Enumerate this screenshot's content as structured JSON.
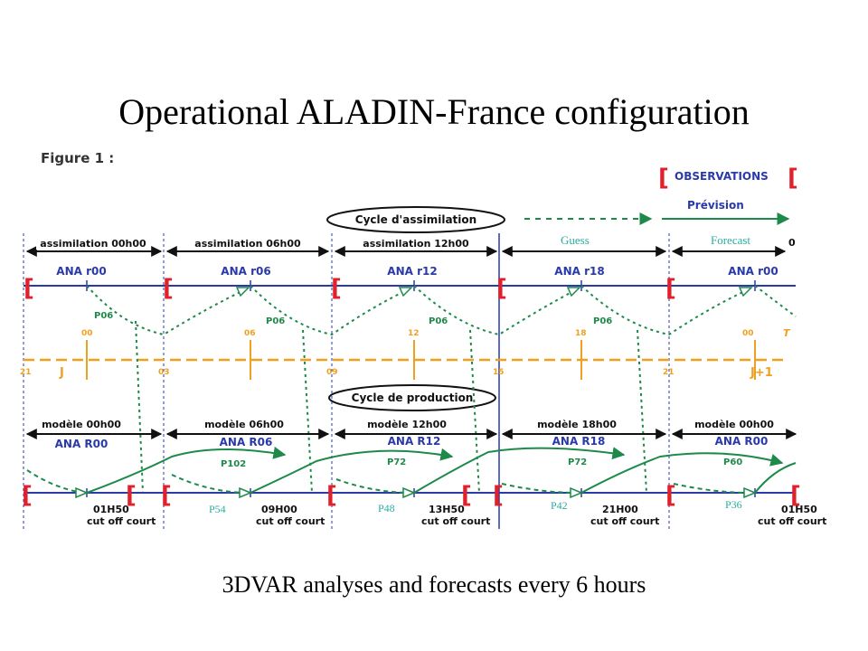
{
  "title": "Operational ALADIN-France configuration",
  "subtitle": "3DVAR analyses and forecasts every 6 hours",
  "figure_label": "Figure 1 :",
  "legend": {
    "bracket": "[",
    "observations": "OBSERVATIONS",
    "prevision": "Prévision",
    "guess": "Guess",
    "forecast": "Forecast",
    "zero": "0"
  },
  "cycle_assimilation": "Cycle d'assimilation",
  "cycle_production": "Cycle de production",
  "assimilation_labels": [
    "assimilation 00h00",
    "assimilation 06h00",
    "assimilation 12h00"
  ],
  "analyses_top": [
    "ANA r00",
    "ANA r06",
    "ANA r12",
    "ANA r18",
    "ANA r00"
  ],
  "p06": "P06",
  "time_axis": {
    "hours_top": [
      "00",
      "06",
      "12",
      "18",
      "00"
    ],
    "hours_bottom": [
      "21",
      "03",
      "09",
      "15",
      "21"
    ],
    "day_start": "J",
    "day_end": "J+1",
    "t": "T"
  },
  "model_labels": [
    "modèle 00h00",
    "modèle 06h00",
    "modèle 12h00",
    "modèle 18h00",
    "modèle 00h00"
  ],
  "analyses_bottom": [
    "ANA R00",
    "ANA R06",
    "ANA R12",
    "ANA R18",
    "ANA R00"
  ],
  "forecast_ranges": [
    "P102",
    "P72",
    "P72",
    "P60"
  ],
  "guess_ranges": [
    "P54",
    "P48",
    "P42",
    "P36"
  ],
  "cutoff_times": [
    "01H50",
    "09H00",
    "13H50",
    "21H00",
    "01H50"
  ],
  "cutoff_label": "cut off court",
  "colors": {
    "blue": "#2a3aa8",
    "red": "#e0202a",
    "orange": "#f0a020",
    "green": "#1e8a4a",
    "teal": "#2aaea0",
    "black": "#111111"
  }
}
